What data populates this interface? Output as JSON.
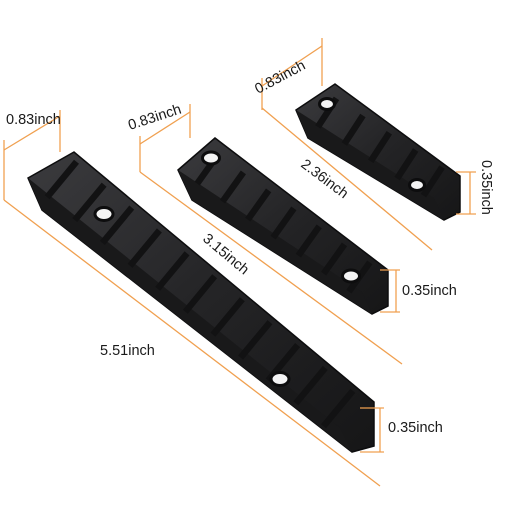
{
  "colors": {
    "background": "#ffffff",
    "dimension_line": "#f0a050",
    "rail_body": "#2a2a2c",
    "rail_edge": "#0d0d0e",
    "slot": "#121213",
    "hole": "#f4f4f4",
    "text": "#1a1a1a"
  },
  "rails": [
    {
      "name": "large-rail",
      "slots": 11,
      "screw_holes": 2,
      "dimensions": {
        "width": "0.83inch",
        "length": "5.51inch",
        "height": "0.35inch"
      }
    },
    {
      "name": "medium-rail",
      "slots": 7,
      "screw_holes": 2,
      "dimensions": {
        "width": "0.83inch",
        "length": "3.15inch",
        "height": "0.35inch"
      }
    },
    {
      "name": "small-rail",
      "slots": 5,
      "screw_holes": 2,
      "dimensions": {
        "width": "0.83inch",
        "length": "2.36inch",
        "height": "0.35inch"
      }
    }
  ]
}
